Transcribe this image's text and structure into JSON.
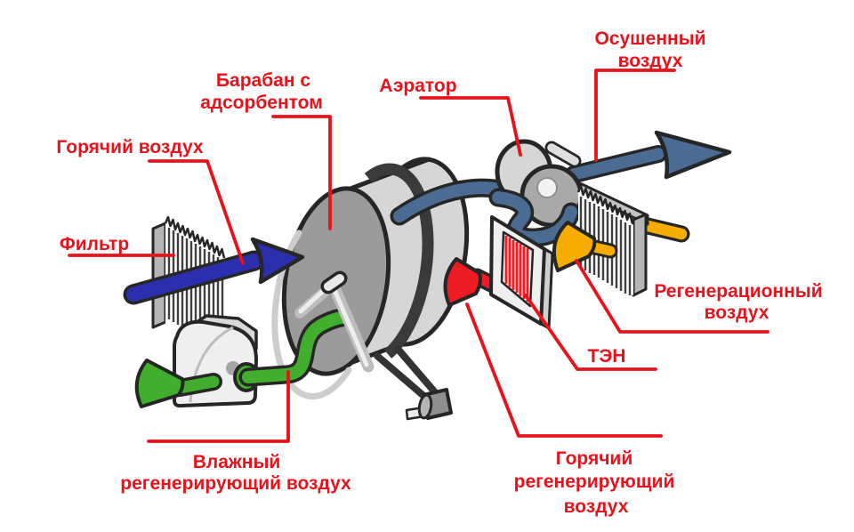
{
  "labels": {
    "filter": "Фильтр",
    "hot_air": "Горячий воздух",
    "drum_line1": "Барабан с",
    "drum_line2": "адсорбентом",
    "aerator": "Аэратор",
    "dried_air_line1": "Осушенный",
    "dried_air_line2": "воздух",
    "regen_air_line1": "Регенерационный",
    "regen_air_line2": "воздух",
    "heater": "ТЭН",
    "hot_regen_line1": "Горячий",
    "hot_regen_line2": "регенерирующий",
    "hot_regen_line3": "воздух",
    "wet_regen_line1": "Влажный",
    "wet_regen_line2": "регенерирующий воздух"
  },
  "colors": {
    "label_red": "#e8121b",
    "red": "#ed1c24",
    "royal_blue": "#2b2fae",
    "steel_blue": "#4a6b92",
    "green": "#41ae2d",
    "green_dark": "#2f9a1e",
    "yellow": "#f7ac00",
    "outline": "#262626",
    "pleat": "#3f3f3f",
    "band_dark": "#3a3a3a",
    "drum_face": "#9b9b9b",
    "drum_rim": "#d6d6d6",
    "light_grey": "#efefef",
    "mid_grey": "#a9a9a9",
    "frame_grey": "#b5b5b5",
    "background": "#ffffff"
  }
}
